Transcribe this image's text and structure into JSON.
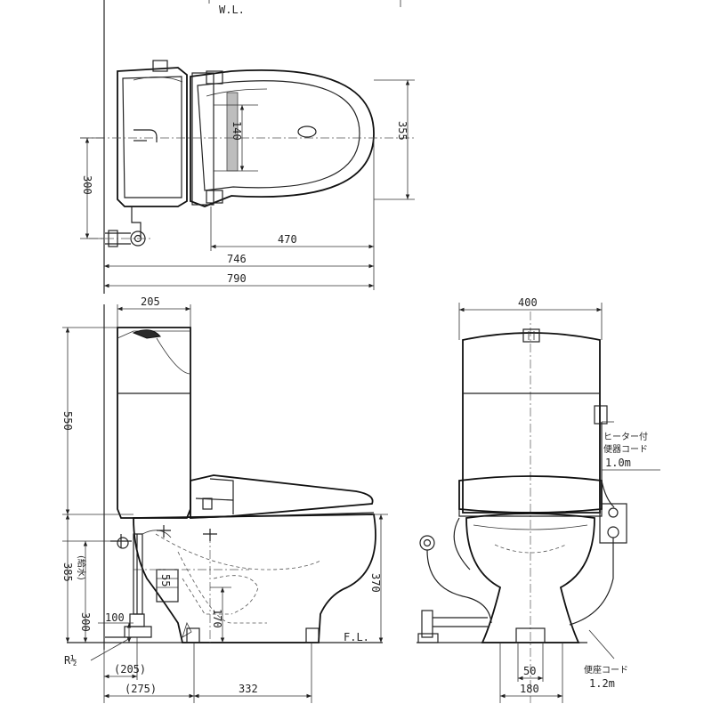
{
  "labels": {
    "wl": "W.L.",
    "fl": "F.L.",
    "pipe": "R½",
    "heater_cord_1": "ヒーター付",
    "heater_cord_2": "便器コード",
    "heater_cord_3": "1.0m",
    "seat_cord_1": "便座コード",
    "seat_cord_2": "1.2m",
    "supply_note": "(給水)"
  },
  "dimensions": {
    "d140": "140",
    "d355": "355",
    "d300": "300",
    "d470": "470",
    "d746": "746",
    "d790": "790",
    "d205": "205",
    "d550": "550",
    "d385": "385",
    "d300b": "300",
    "d100": "100",
    "d370": "370",
    "d170": "170",
    "d55": "55",
    "d205p": "(205)",
    "d275p": "(275)",
    "d332": "332",
    "d400": "400",
    "d50": "50",
    "d180": "180"
  }
}
